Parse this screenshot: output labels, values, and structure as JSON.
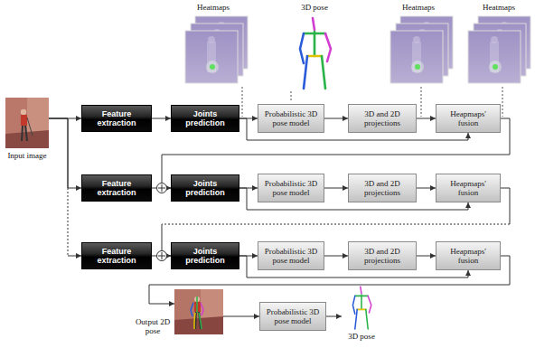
{
  "diagram": {
    "nodes": [
      {
        "text": [
          "Input image"
        ]
      },
      {
        "text": [
          "Feature extraction"
        ]
      },
      {
        "text": [
          "Joints prediction"
        ]
      },
      {
        "text": [
          "Probabilistic 3D pose model"
        ]
      },
      {
        "text": [
          "3D and 2D projections"
        ]
      },
      {
        "text": [
          "Heapmaps' fusion"
        ]
      },
      {
        "text": [
          "Feature extraction"
        ]
      },
      {
        "text": [
          "Joints prediction"
        ]
      },
      {
        "text": [
          "Probabilistic 3D pose model"
        ]
      },
      {
        "text": [
          "3D and 2D projections"
        ]
      },
      {
        "text": [
          "Heapmaps' fusion"
        ]
      },
      {
        "text": [
          "Feature extraction"
        ]
      },
      {
        "text": [
          "Joints prediction"
        ]
      },
      {
        "text": [
          "Probabilistic 3D pose model"
        ]
      },
      {
        "text": [
          "3D and 2D projections"
        ]
      },
      {
        "text": [
          "Heapmaps' fusion"
        ]
      },
      {
        "text": [
          "Output 2D pose"
        ]
      },
      {
        "text": [
          "Probabilistic 3D pose model"
        ]
      }
    ],
    "edges": [
      {
        "from": 0,
        "to": 1,
        "arrow": "to"
      },
      {
        "from": 0,
        "to": 6,
        "arrow": "to"
      },
      {
        "from": 0,
        "to": 11,
        "arrow": "to"
      },
      {
        "from": 1,
        "to": 2,
        "arrow": "to"
      },
      {
        "from": 2,
        "to": 3,
        "arrow": "to"
      },
      {
        "from": 3,
        "to": 4,
        "arrow": "to"
      },
      {
        "from": 4,
        "to": 5,
        "arrow": "to"
      },
      {
        "from": 2,
        "to": 5,
        "arrow": "to"
      },
      {
        "from": 5,
        "to": 7,
        "arrow": "to"
      },
      {
        "from": 6,
        "to": 7,
        "arrow": "to"
      },
      {
        "from": 7,
        "to": 8,
        "arrow": "to"
      },
      {
        "from": 8,
        "to": 9,
        "arrow": "to"
      },
      {
        "from": 9,
        "to": 10,
        "arrow": "to"
      },
      {
        "from": 7,
        "to": 10,
        "arrow": "to"
      },
      {
        "from": 10,
        "to": 12,
        "arrow": "to"
      },
      {
        "from": 11,
        "to": 12,
        "arrow": "to"
      },
      {
        "from": 12,
        "to": 13,
        "arrow": "to"
      },
      {
        "from": 13,
        "to": 14,
        "arrow": "to"
      },
      {
        "from": 14,
        "to": 15,
        "arrow": "to"
      },
      {
        "from": 12,
        "to": 15,
        "arrow": "to"
      },
      {
        "from": 15,
        "to": 16,
        "arrow": "to"
      },
      {
        "from": 16,
        "to": 17,
        "arrow": "to"
      }
    ],
    "labels": [
      "Heatmaps",
      "3D pose",
      "Heatmaps",
      "Heatmaps",
      "3D pose"
    ]
  }
}
